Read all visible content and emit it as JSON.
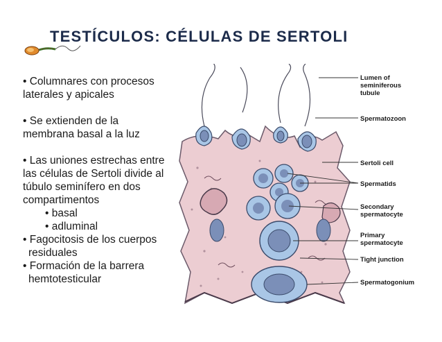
{
  "title": "TESTÍCULOS: CÉLULAS DE SERTOLI",
  "bullets": [
    {
      "line1": "• Columnares con procesos",
      "line2": "laterales y apicales"
    },
    {
      "line1": "• Se extienden de la",
      "line2": "membrana basal a la luz"
    },
    {
      "line1": "• Las uniones estrechas entre",
      "line2": "las células de Sertoli divide al",
      "line3": "túbulo seminífero en dos",
      "line4": "compartimentos"
    }
  ],
  "sub_bullets": [
    "• basal",
    "• adluminal"
  ],
  "more_bullets": [
    {
      "line1": "• Fagocitosis de los cuerpos",
      "line2": "residuales"
    },
    {
      "line1": "• Formación de la barrera",
      "line2": "hemtotesticular"
    }
  ],
  "labels": {
    "lumen_1": "Lumen of",
    "lumen_2": "seminiferous",
    "lumen_3": "tubule",
    "spermatozoon": "Spermatozoon",
    "sertoli": "Sertoli cell",
    "spermatids": "Spermatids",
    "secondary_1": "Secondary",
    "secondary_2": "spermatocyte",
    "primary_1": "Primary",
    "primary_2": "spermatocyte",
    "tight": "Tight junction",
    "spermatogonium": "Spermatogonium"
  },
  "colors": {
    "title": "#1c2b4a",
    "cell_pink": "#eccdd2",
    "cell_outline": "#6b5a6a",
    "blue_cell": "#a9c6e6",
    "nucleus": "#7b8fb8"
  },
  "icons": {
    "logo": "sperm-illustration-icon"
  }
}
